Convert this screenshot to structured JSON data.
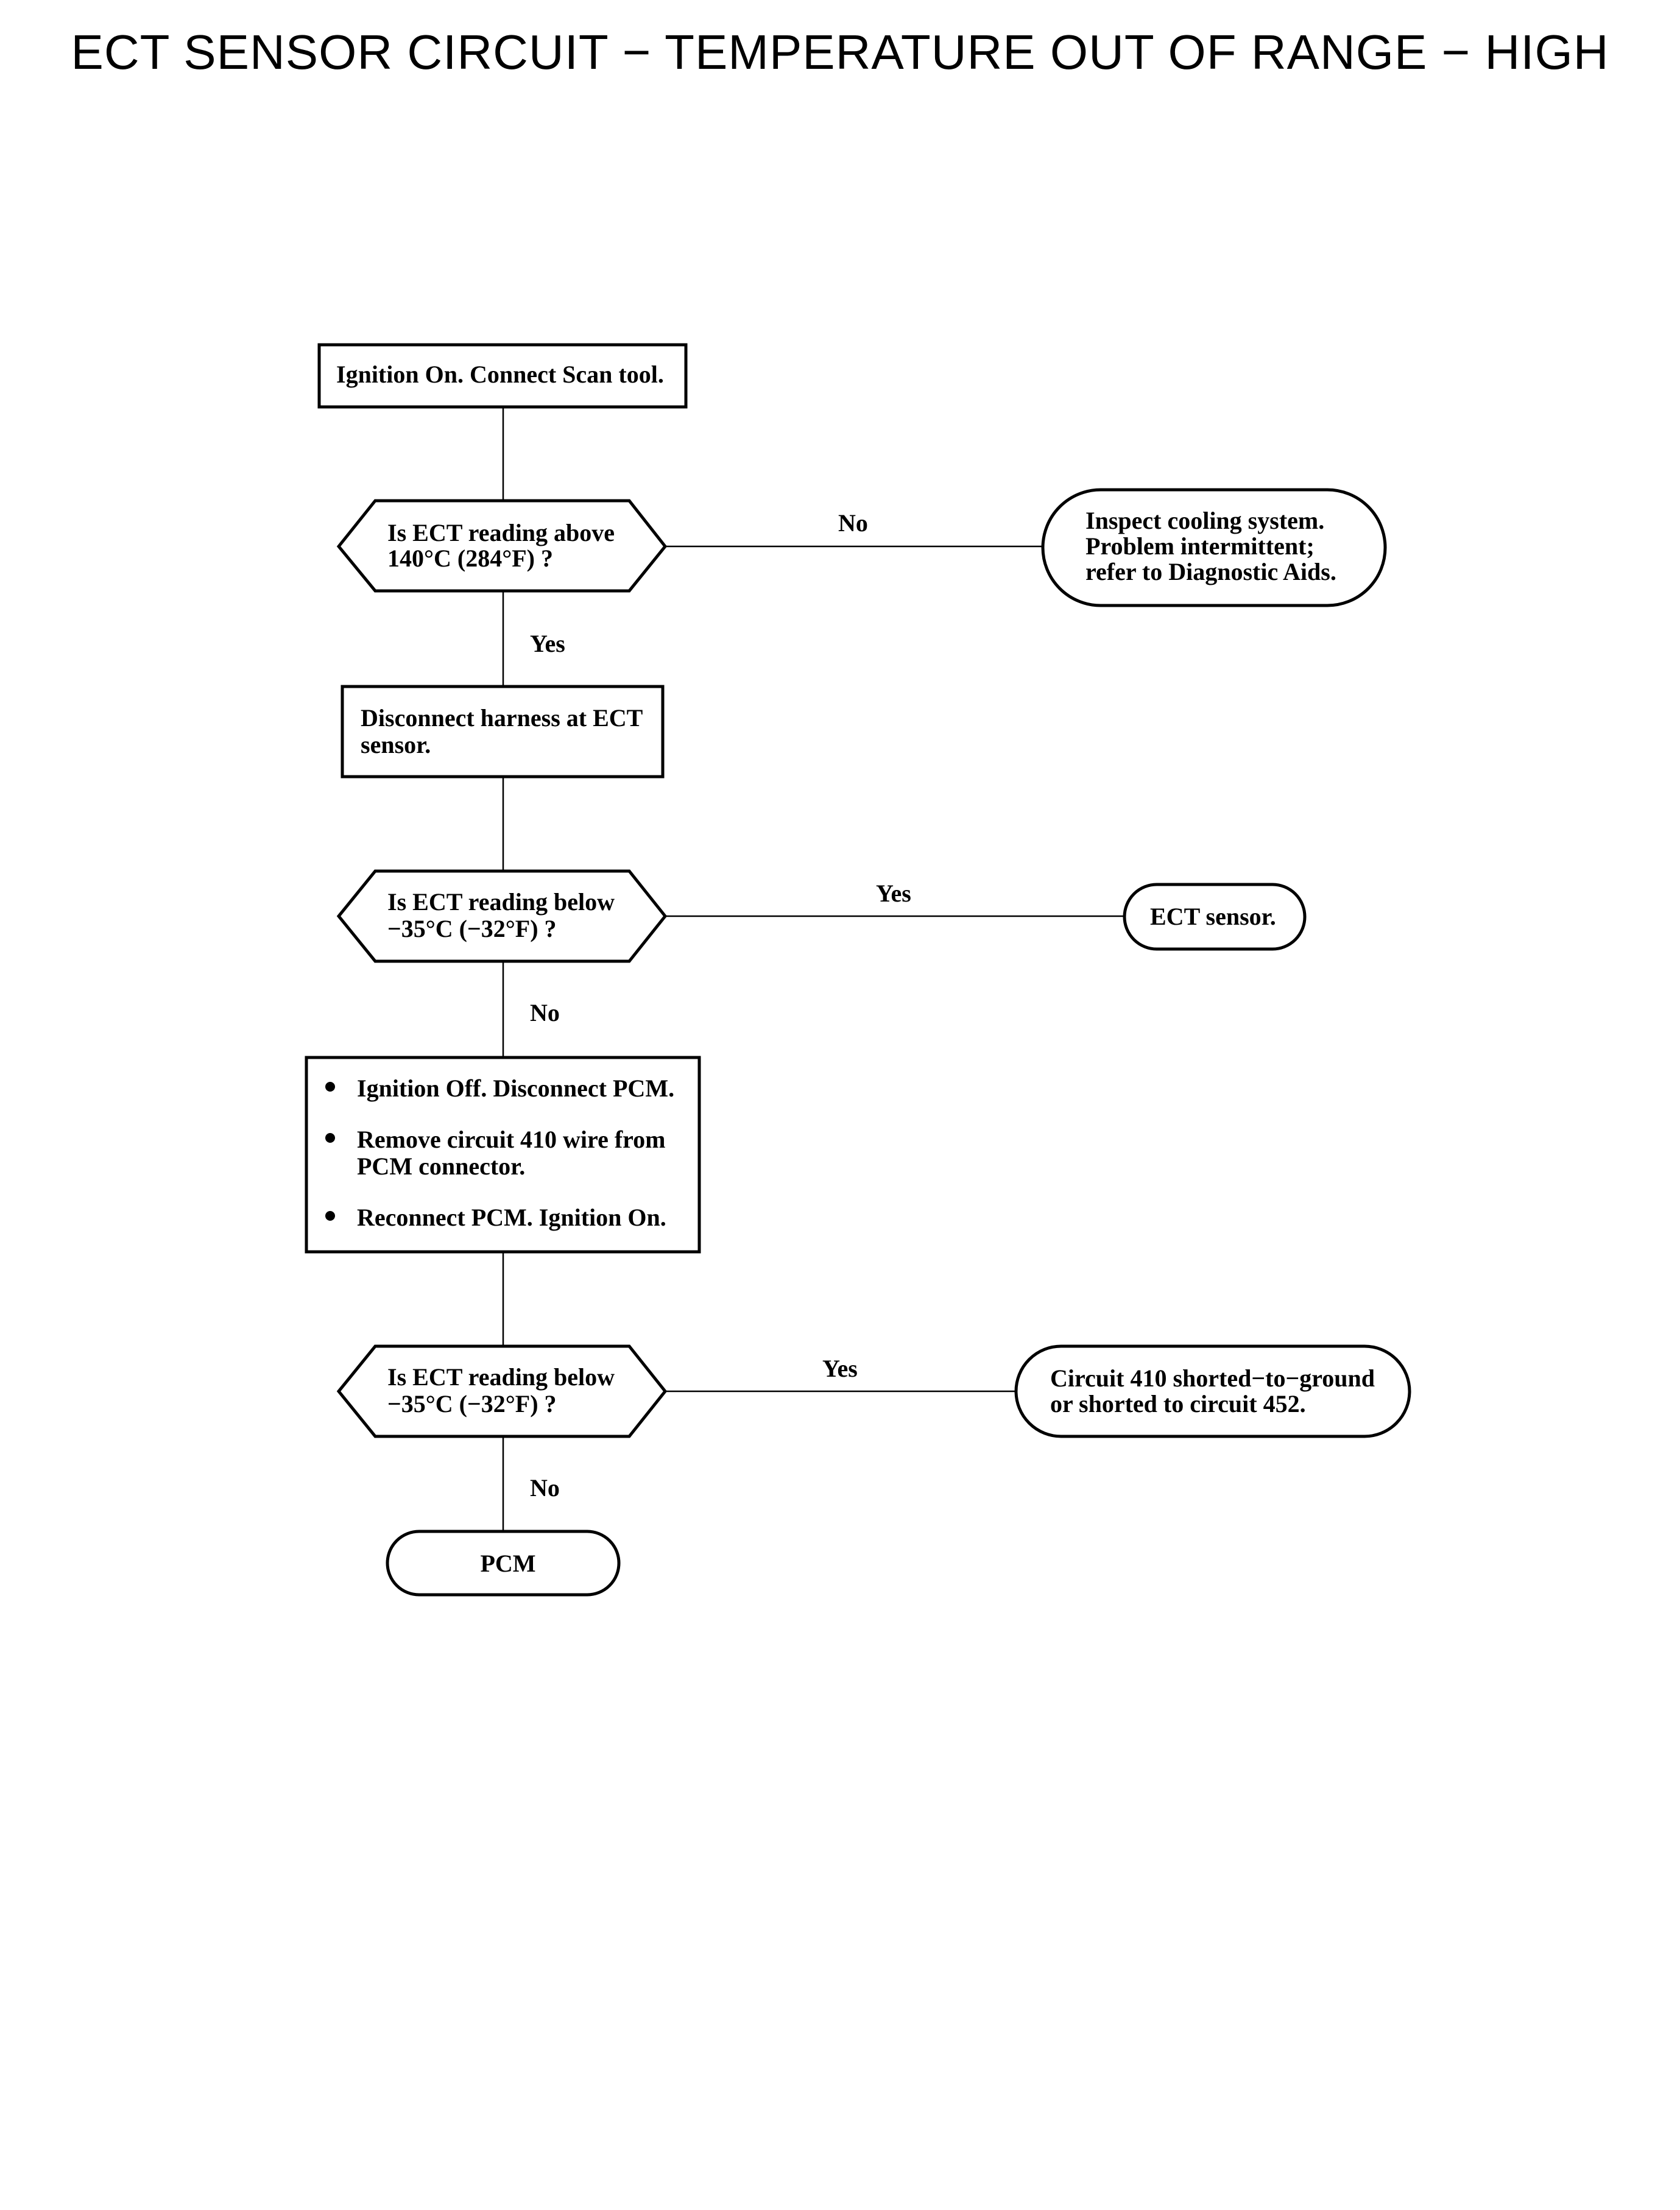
{
  "title": "ECT SENSOR CIRCUIT − TEMPERATURE OUT OF RANGE − HIGH",
  "steps": {
    "start": "Ignition On. Connect Scan tool.",
    "q1": [
      "Is ECT reading above",
      "140°C (284°F) ?"
    ],
    "q1_no": "No",
    "q1_yes": "Yes",
    "r1": [
      "Inspect cooling system.",
      "Problem intermittent;",
      "refer to Diagnostic Aids."
    ],
    "disconnect": [
      "Disconnect harness at ECT",
      "sensor."
    ],
    "q2": [
      "Is ECT reading below",
      "−35°C (−32°F) ?"
    ],
    "q2_yes": "Yes",
    "q2_no": "No",
    "r2": "ECT sensor.",
    "bullets": [
      [
        "Ignition Off. Disconnect PCM."
      ],
      [
        "Remove circuit 410 wire from",
        "PCM connector."
      ],
      [
        "Reconnect PCM. Ignition On."
      ]
    ],
    "q3": [
      "Is ECT reading below",
      "−35°C (−32°F) ?"
    ],
    "q3_yes": "Yes",
    "q3_no": "No",
    "r3": [
      "Circuit 410 shorted−to−ground",
      "or shorted to circuit 452."
    ],
    "end": "PCM"
  }
}
